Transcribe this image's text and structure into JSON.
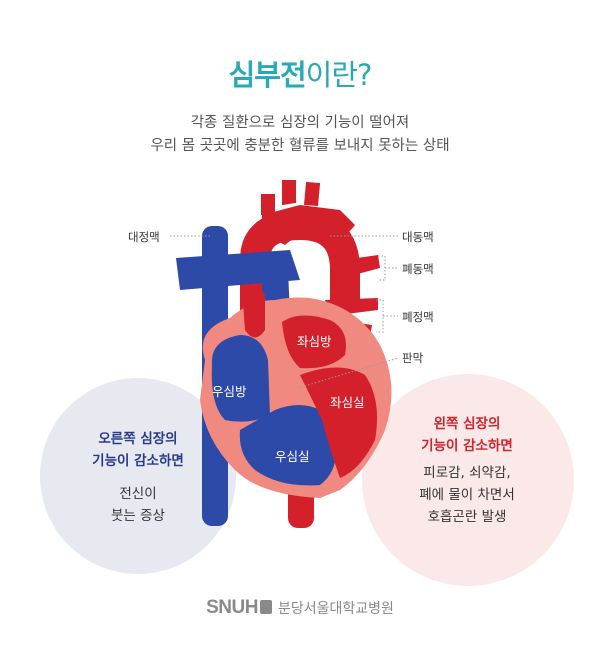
{
  "title": {
    "bold": "심부전",
    "light": "이란?"
  },
  "subtitle": {
    "line1": "각종 질환으로 심장의 기능이 떨어져",
    "line2": "우리 몸 곳곳에 충분한 혈류를 보내지 못하는 상태"
  },
  "labels": {
    "vena_cava": "대정맥",
    "aorta": "대동맥",
    "pulmonary_artery": "폐동맥",
    "pulmonary_vein": "폐정맥",
    "valve": "판막",
    "left_atrium": "좌심방",
    "right_atrium": "우심방",
    "left_ventricle": "좌심실",
    "right_ventricle": "우심실"
  },
  "left_box": {
    "head_line1": "오른쪽 심장의",
    "head_line2": "기능이 감소하면",
    "body_line1": "전신이",
    "body_line2": "붓는 증상"
  },
  "right_box": {
    "head_line1": "왼쪽 심장의",
    "head_line2": "기능이 감소하면",
    "body_line1": "피로감, 쇠약감,",
    "body_line2": "폐에 물이 차면서",
    "body_line3": "호흡곤란 발생"
  },
  "footer": {
    "brand": "SNUH",
    "org": "분당서울대학교병원"
  },
  "colors": {
    "teal": "#27a9b7",
    "blue": "#2e4aa8",
    "red": "#d4202a",
    "salmon": "#f0897f",
    "left_circle": "#e7e9f1",
    "right_circle": "#fbe9e9"
  }
}
